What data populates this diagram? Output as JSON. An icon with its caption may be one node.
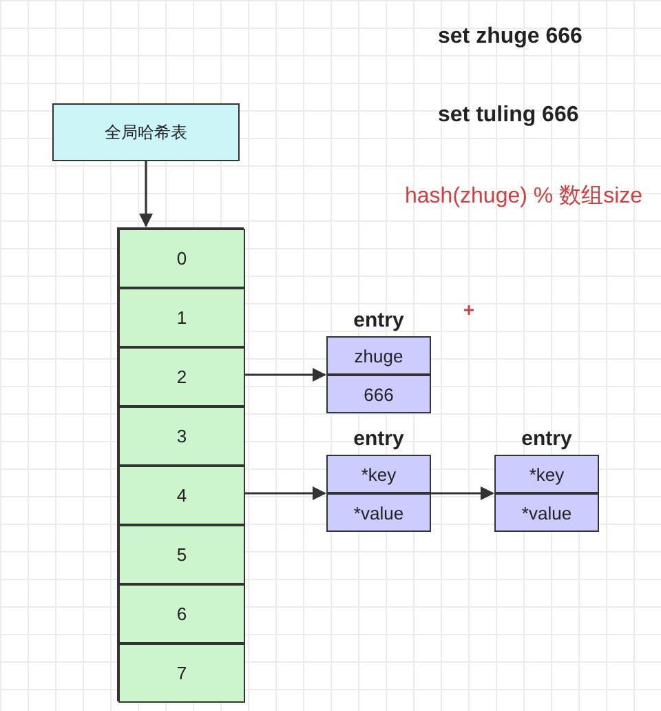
{
  "diagram": {
    "nodes": [
      {
        "text": [
          "全局哈希表"
        ]
      },
      {
        "text": [],
        "shape": "box"
      },
      {
        "text": [
          "0"
        ],
        "in": 1
      },
      {
        "text": [
          "1"
        ],
        "in": 1
      },
      {
        "text": [
          "2"
        ],
        "in": 1
      },
      {
        "text": [
          "3"
        ],
        "in": 1
      },
      {
        "text": [
          "4"
        ],
        "in": 1
      },
      {
        "text": [
          "5"
        ],
        "in": 1
      },
      {
        "text": [
          "6"
        ],
        "in": 1
      },
      {
        "text": [
          "7"
        ],
        "in": 1
      },
      {
        "text": [
          "entry"
        ]
      },
      {
        "text": [
          "zhuge"
        ],
        "in": 10
      },
      {
        "text": [
          "666"
        ],
        "in": 10
      },
      {
        "text": [
          "entry"
        ]
      },
      {
        "text": [
          "*key"
        ],
        "in": 13
      },
      {
        "text": [
          "*value"
        ],
        "in": 13
      },
      {
        "text": [
          "entry"
        ]
      },
      {
        "text": [
          "*key"
        ],
        "in": 16
      },
      {
        "text": [
          "*value"
        ],
        "in": 16
      }
    ],
    "edges": [
      {
        "from": 0,
        "to": 1,
        "arrow": "to"
      },
      {
        "from": 4,
        "to": 10,
        "arrow": "to"
      },
      {
        "from": 6,
        "to": 13,
        "arrow": "to"
      },
      {
        "from": 13,
        "to": 16,
        "arrow": "to"
      }
    ],
    "labels": [
      "set zhuge 666",
      "set tuling 666",
      "hash(zhuge) % 数组size"
    ]
  }
}
